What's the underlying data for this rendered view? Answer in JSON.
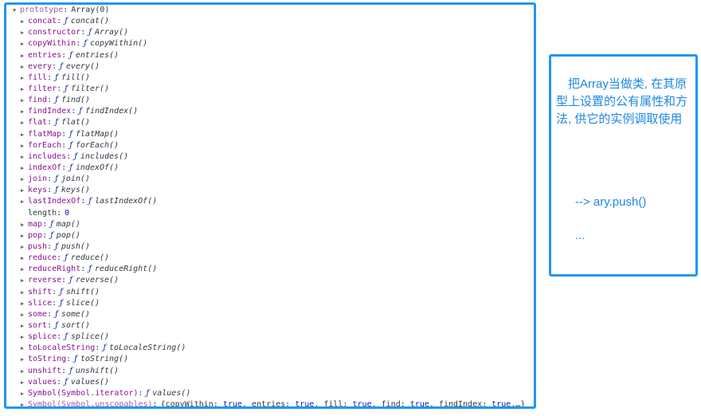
{
  "root": {
    "key": "prototype",
    "value": "Array(0)"
  },
  "methods": [
    {
      "key": "concat",
      "fn": "concat()"
    },
    {
      "key": "constructor",
      "fn": "Array()"
    },
    {
      "key": "copyWithin",
      "fn": "copyWithin()"
    },
    {
      "key": "entries",
      "fn": "entries()"
    },
    {
      "key": "every",
      "fn": "every()"
    },
    {
      "key": "fill",
      "fn": "fill()"
    },
    {
      "key": "filter",
      "fn": "filter()"
    },
    {
      "key": "find",
      "fn": "find()"
    },
    {
      "key": "findIndex",
      "fn": "findIndex()"
    },
    {
      "key": "flat",
      "fn": "flat()"
    },
    {
      "key": "flatMap",
      "fn": "flatMap()"
    },
    {
      "key": "forEach",
      "fn": "forEach()"
    },
    {
      "key": "includes",
      "fn": "includes()"
    },
    {
      "key": "indexOf",
      "fn": "indexOf()"
    },
    {
      "key": "join",
      "fn": "join()"
    },
    {
      "key": "keys",
      "fn": "keys()"
    },
    {
      "key": "lastIndexOf",
      "fn": "lastIndexOf()"
    }
  ],
  "length_row": {
    "key": "length",
    "value": "0"
  },
  "methods2": [
    {
      "key": "map",
      "fn": "map()"
    },
    {
      "key": "pop",
      "fn": "pop()"
    },
    {
      "key": "push",
      "fn": "push()"
    },
    {
      "key": "reduce",
      "fn": "reduce()"
    },
    {
      "key": "reduceRight",
      "fn": "reduceRight()"
    },
    {
      "key": "reverse",
      "fn": "reverse()"
    },
    {
      "key": "shift",
      "fn": "shift()"
    },
    {
      "key": "slice",
      "fn": "slice()"
    },
    {
      "key": "some",
      "fn": "some()"
    },
    {
      "key": "sort",
      "fn": "sort()"
    },
    {
      "key": "splice",
      "fn": "splice()"
    },
    {
      "key": "toLocaleString",
      "fn": "toLocaleString()"
    },
    {
      "key": "toString",
      "fn": "toString()"
    },
    {
      "key": "unshift",
      "fn": "unshift()"
    },
    {
      "key": "values",
      "fn": "values()"
    },
    {
      "key": "Symbol(Symbol.iterator)",
      "fn": "values()"
    }
  ],
  "unscopables": {
    "key": "Symbol(Symbol.unscopables)",
    "open": "{",
    "items": [
      {
        "name": "copyWithin",
        "value": "true"
      },
      {
        "name": "entries",
        "value": "true"
      },
      {
        "name": "fill",
        "value": "true"
      },
      {
        "name": "find",
        "value": "true"
      },
      {
        "name": "findIndex",
        "value": "true"
      }
    ],
    "tail": "…}"
  },
  "function_glyph": "ƒ",
  "note": {
    "text": "把Array当做类, 在其原型上设置的公有属性和方法, 供它的实例调取使用",
    "arrow": "-->  ary.push()",
    "dots": "..."
  },
  "colors": {
    "accent": "#2196f3",
    "note_text": "#1e88e5",
    "key": "#881391",
    "keyword": "#0d22aa",
    "number": "#1c00cf"
  }
}
